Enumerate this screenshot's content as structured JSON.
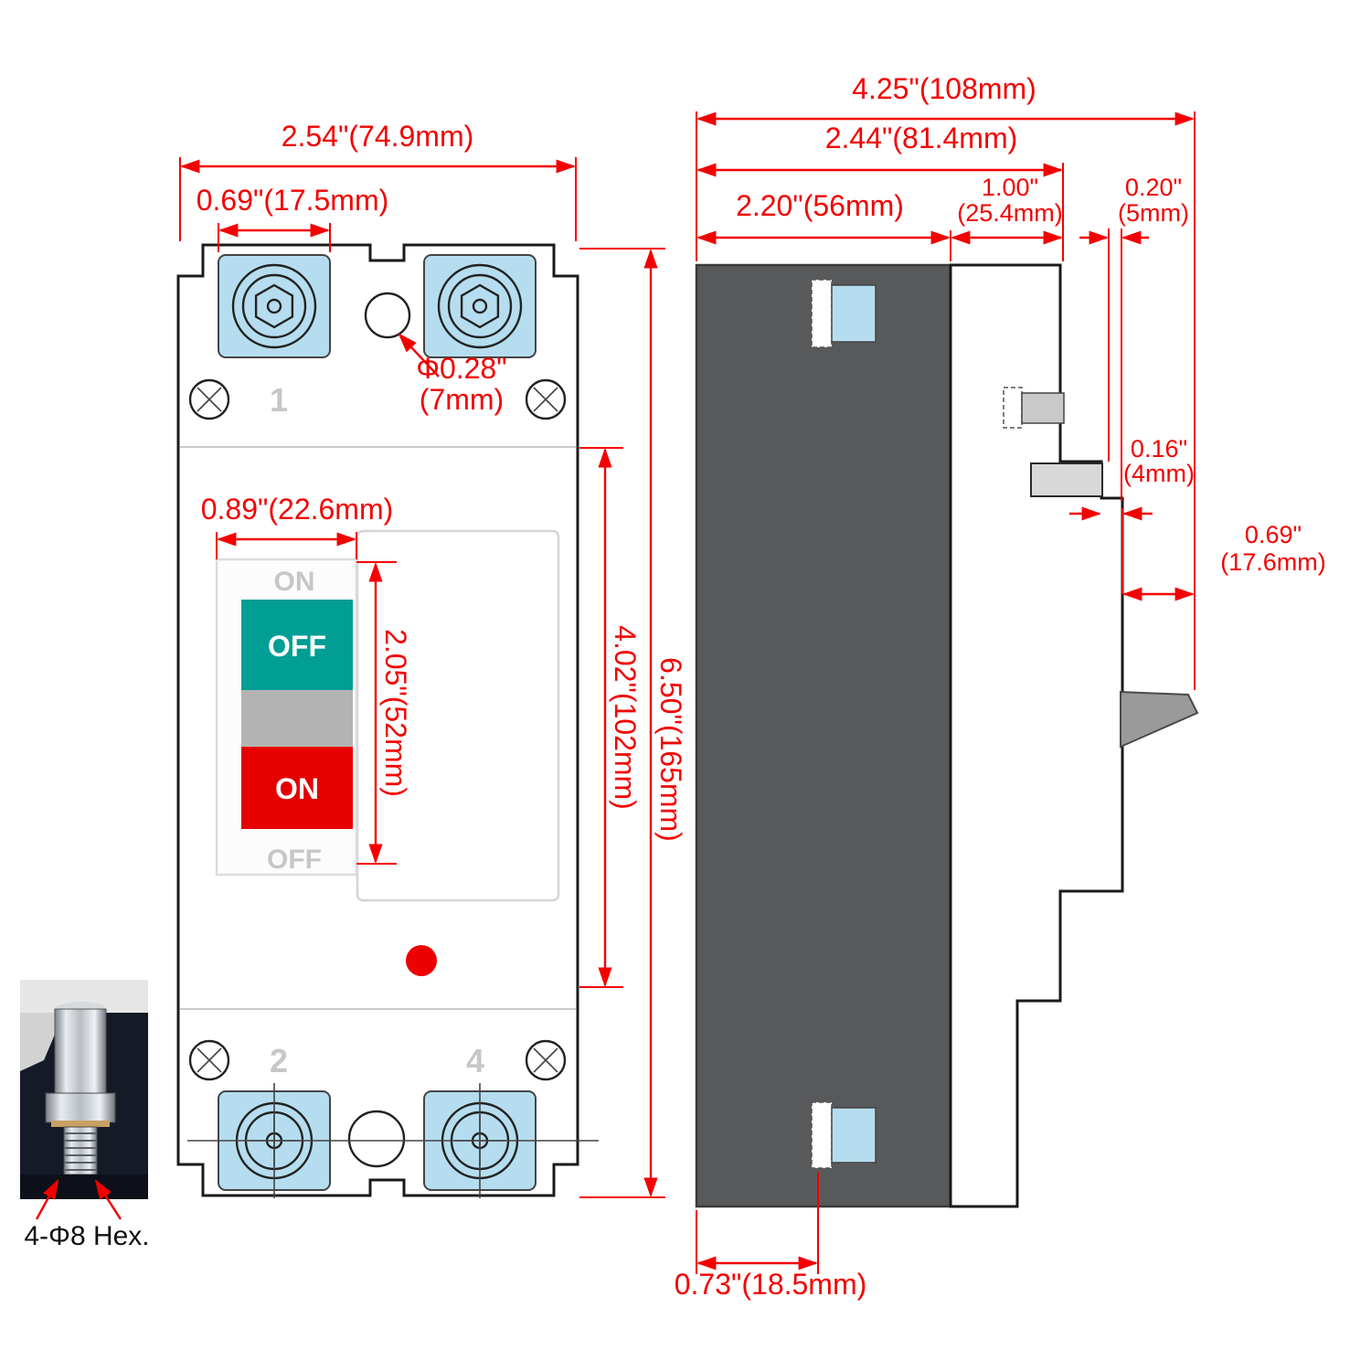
{
  "title": "Circuit breaker dimension diagram",
  "colors": {
    "dimension_red": "#f30000",
    "terminal_blue": "#b5ddef",
    "switch_teal": "#019e94",
    "switch_red": "#e60000",
    "switch_mid_gray": "#b3b3b3",
    "side_body_dark": "#58595b",
    "handle_gray": "#9a9a9a",
    "indicator_red": "#ee0000",
    "faint_label_gray": "#c7c7c7"
  },
  "front": {
    "dim_overall_width": "2.54\"(74.9mm)",
    "dim_terminal_width": "0.69\"(17.5mm)",
    "dim_hole_l1": "Φ0.28\"",
    "dim_hole_l2": "(7mm)",
    "dim_handle_width": "0.89\"(22.6mm)",
    "dim_handle_travel": "2.05\"(52mm)",
    "dim_mounting_height": "4.02\"(102mm)",
    "dim_overall_height": "6.50\"(165mm)",
    "pole_top_left": "1",
    "pole_bottom_left": "2",
    "pole_bottom_right": "4",
    "switch_on_top": "ON",
    "switch_off_button": "OFF",
    "switch_on_button": "ON",
    "switch_off_bottom": "OFF"
  },
  "side": {
    "dim_overall_depth": "4.25\"(108mm)",
    "dim_depth_no_handle": "2.44\"(81.4mm)",
    "dim_body_depth": "2.20\"(56mm)",
    "dim_front_block_l1": "1.00\"",
    "dim_front_block_l2": "(25.4mm)",
    "dim_lip_l1": "0.20\"",
    "dim_lip_l2": "(5mm)",
    "dim_step_l1": "0.16\"",
    "dim_step_l2": "(4mm)",
    "dim_handle_l1": "0.69\"",
    "dim_handle_l2": "(17.6mm)",
    "dim_clip_width": "0.73\"(18.5mm)"
  },
  "inset": {
    "caption": "4-Φ8 Hex."
  }
}
